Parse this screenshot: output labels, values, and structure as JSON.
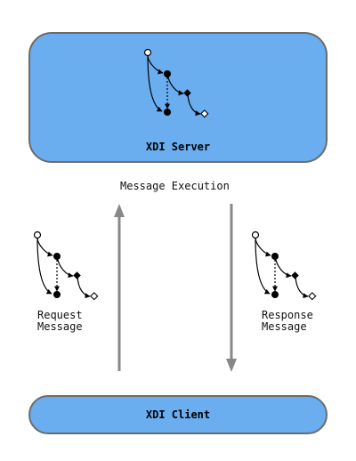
{
  "server": {
    "label": "XDI Server"
  },
  "client": {
    "label": "XDI Client"
  },
  "execution": {
    "label": "Message Execution"
  },
  "request": {
    "line1": "Request",
    "line2": "Message"
  },
  "response": {
    "line1": "Response",
    "line2": "Message"
  },
  "colors": {
    "box_fill": "#6aaef0",
    "box_border": "#6b6b6b",
    "arrow": "#888888"
  }
}
